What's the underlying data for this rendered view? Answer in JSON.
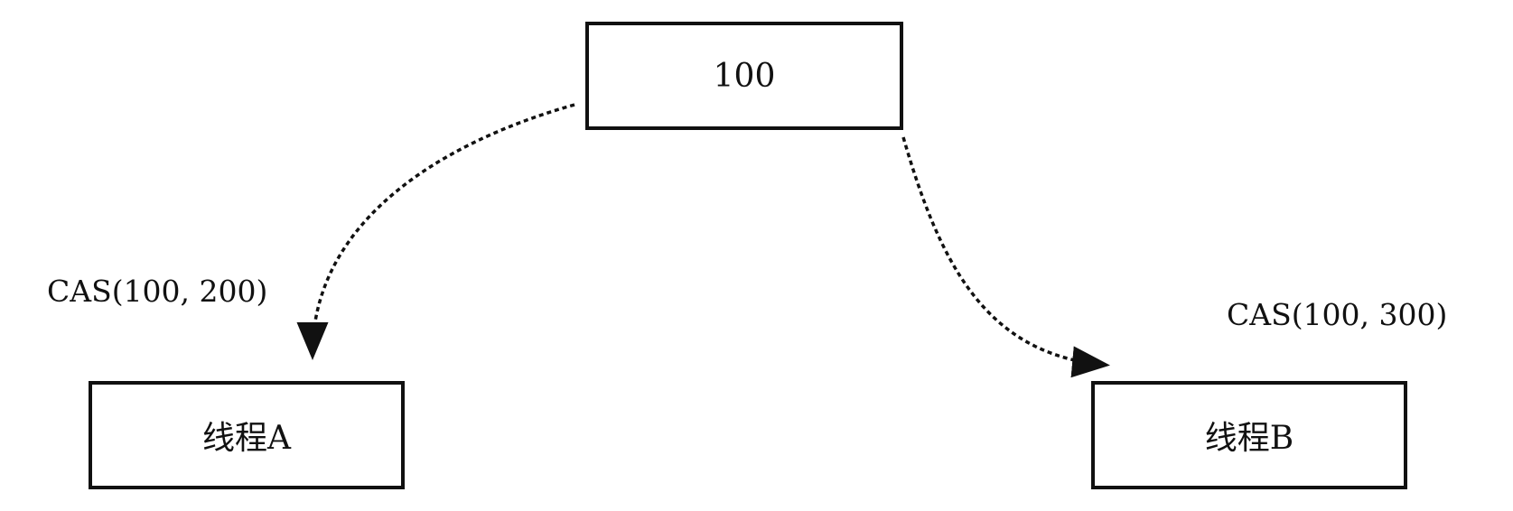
{
  "nodes": {
    "memory_value": "100",
    "thread_a": "线程A",
    "thread_b": "线程B"
  },
  "operations": {
    "cas_a": "CAS(100, 200)",
    "cas_b": "CAS(100, 300)"
  },
  "colors": {
    "stroke": "#111111",
    "background": "#ffffff"
  }
}
